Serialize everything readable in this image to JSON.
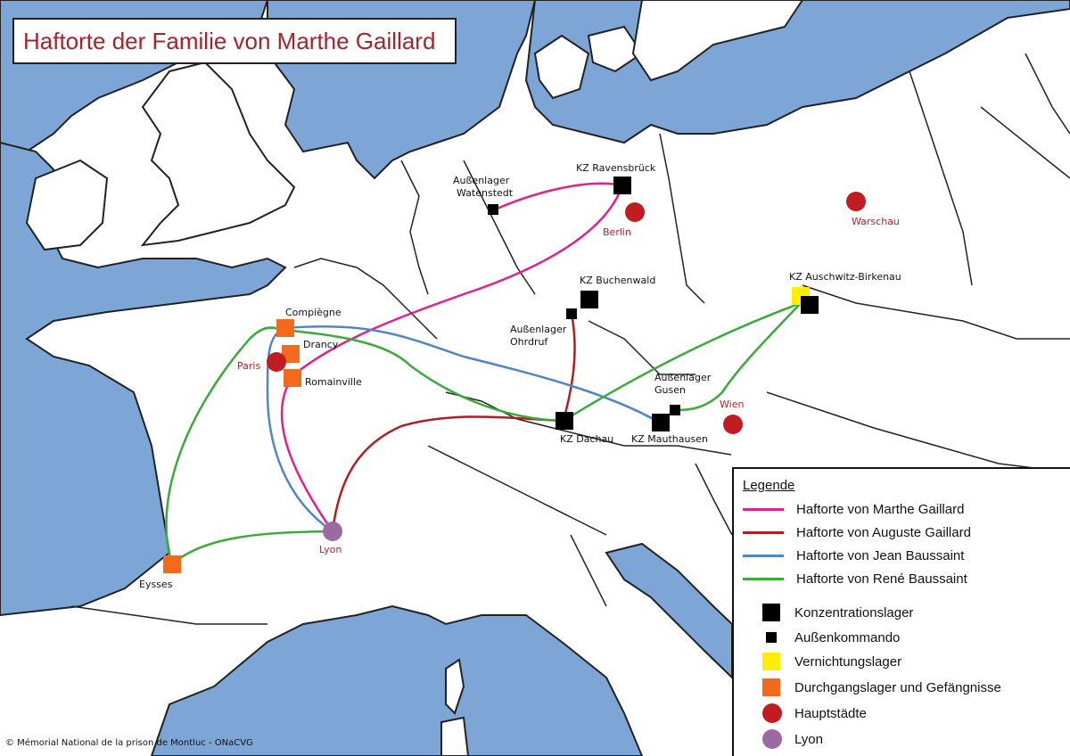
{
  "title": "Haftorte der Familie von Marthe Gaillard",
  "colors": {
    "water": "#7da6d6",
    "land": "#ffffff",
    "border": "#222222",
    "route_marthe": "#e0218a",
    "route_auguste": "#b01e23",
    "route_jean": "#4f86c6",
    "route_rene": "#3aaa3a",
    "kz": "#000000",
    "vernichtung": "#ffee00",
    "durchgang": "#f26a1b",
    "hauptstadt": "#c01c22",
    "lyon": "#9b6aa3"
  },
  "places": {
    "ravensbrueck": "KZ Ravensbrück",
    "watenstedt": "Außenlager\nWatenstedt",
    "berlin": "Berlin",
    "warschau": "Warschau",
    "buchenwald": "KZ Buchenwald",
    "ohrdruf": "Außenlager\nOhrdruf",
    "auschwitz": "KZ Auschwitz-Birkenau",
    "compiegne": "Compiègne",
    "drancy": "Drancy",
    "paris": "Paris",
    "romainville": "Romainville",
    "gusen": "Außenlager\nGusen",
    "wien": "Wien",
    "dachau": "KZ Dachau",
    "mauthausen": "KZ Mauthausen",
    "lyon": "Lyon",
    "eysses": "Eysses"
  },
  "legend": {
    "title": "Legende",
    "routes": [
      {
        "label": "Haftorte von Marthe Gaillard",
        "color": "#e0218a"
      },
      {
        "label": "Haftorte von Auguste Gaillard",
        "color": "#b01e23"
      },
      {
        "label": "Haftorte von Jean Baussaint",
        "color": "#4f86c6"
      },
      {
        "label": "Haftorte von René Baussaint",
        "color": "#3aaa3a"
      }
    ],
    "symbols": [
      {
        "label": "Konzentrationslager",
        "symbol": "black-square-large"
      },
      {
        "label": "Außenkommando",
        "symbol": "black-square-small"
      },
      {
        "label": "Vernichtungslager",
        "symbol": "yellow-square"
      },
      {
        "label": "Durchgangslager und Gefängnisse",
        "symbol": "orange-square"
      },
      {
        "label": "Hauptstädte",
        "symbol": "red-circle"
      },
      {
        "label": "Lyon",
        "symbol": "purple-circle"
      }
    ]
  },
  "credit": "© Mémorial National de la prison de Montluc - ONaCVG"
}
